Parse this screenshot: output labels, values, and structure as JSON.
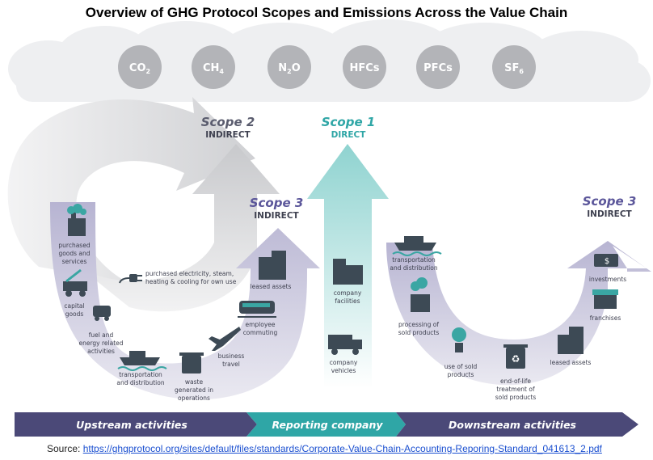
{
  "title": "Overview of GHG Protocol Scopes and Emissions Across the Value Chain",
  "gases": [
    "CO",
    "CH",
    "N O",
    "HFCs",
    "PFCs",
    "SF"
  ],
  "gas_subs": [
    "2",
    "4",
    "2",
    "",
    "",
    "6"
  ],
  "scopes": {
    "scope2": {
      "title": "Scope 2",
      "subtitle": "INDIRECT",
      "color": "#5a5c6e"
    },
    "scope1": {
      "title": "Scope 1",
      "subtitle": "DIRECT",
      "color": "#2fa6a6"
    },
    "scope3_up": {
      "title": "Scope 3",
      "subtitle": "INDIRECT",
      "color": "#5b569a"
    },
    "scope3_down": {
      "title": "Scope 3",
      "subtitle": "INDIRECT",
      "color": "#5b569a"
    }
  },
  "upstream_labels": {
    "purchased_goods": [
      "purchased",
      "goods and",
      "services"
    ],
    "capital_goods": [
      "capital",
      "goods"
    ],
    "fuel": [
      "fuel and",
      "energy related",
      "activities"
    ],
    "transport": [
      "transportation",
      "and distribution"
    ],
    "waste": [
      "waste",
      "generated in",
      "operations"
    ],
    "travel": [
      "business",
      "travel"
    ],
    "commuting": [
      "employee",
      "commuting"
    ],
    "leased": [
      "leased assets"
    ],
    "electricity": [
      "purchased electricity, steam,",
      "heating & cooling for own use"
    ]
  },
  "company_labels": {
    "facilities": [
      "company",
      "facilities"
    ],
    "vehicles": [
      "company",
      "vehicles"
    ]
  },
  "downstream_labels": {
    "transport": [
      "transportation",
      "and distribution"
    ],
    "processing": [
      "processing of",
      "sold products"
    ],
    "use": [
      "use of sold",
      "products"
    ],
    "eol": [
      "end-of-life",
      "treatment of",
      "sold products"
    ],
    "leased": [
      "leased assets"
    ],
    "franchises": [
      "franchises"
    ],
    "investments": [
      "investments"
    ]
  },
  "band": {
    "upstream": "Upstream activities",
    "reporting": "Reporting company",
    "downstream": "Downstream activities",
    "colors": {
      "dark": "#4b4978",
      "teal": "#2fa6a6"
    }
  },
  "source": {
    "prefix": "Source:",
    "url": "https://ghgprotocol.org/sites/default/files/standards/Corporate-Value-Chain-Accounting-Reporing-Standard_041613_2.pdf"
  }
}
